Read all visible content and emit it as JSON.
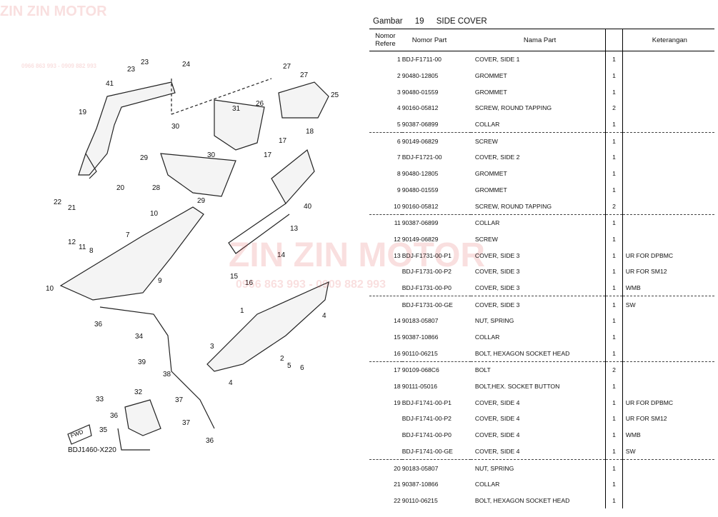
{
  "header": {
    "label": "Gambar",
    "number": "19",
    "title": "SIDE COVER"
  },
  "columns": {
    "no": "Nomor Refere",
    "part": "Nomor Part",
    "name": "Nama Part",
    "qty": "",
    "ket": "Keterangan"
  },
  "rows": [
    {
      "no": "1",
      "part": "BDJ-F1711-00",
      "name": "COVER, SIDE 1",
      "qty": "1",
      "ket": ""
    },
    {
      "no": "2",
      "part": "90480-12805",
      "name": "GROMMET",
      "qty": "1",
      "ket": ""
    },
    {
      "no": "3",
      "part": "90480-01559",
      "name": "GROMMET",
      "qty": "1",
      "ket": ""
    },
    {
      "no": "4",
      "part": "90160-05812",
      "name": "SCREW, ROUND TAPPING",
      "qty": "2",
      "ket": ""
    },
    {
      "no": "5",
      "part": "90387-06899",
      "name": "COLLAR",
      "qty": "1",
      "ket": ""
    },
    {
      "no": "6",
      "part": "90149-06829",
      "name": "SCREW",
      "qty": "1",
      "ket": ""
    },
    {
      "no": "7",
      "part": "BDJ-F1721-00",
      "name": "COVER, SIDE 2",
      "qty": "1",
      "ket": ""
    },
    {
      "no": "8",
      "part": "90480-12805",
      "name": "GROMMET",
      "qty": "1",
      "ket": ""
    },
    {
      "no": "9",
      "part": "90480-01559",
      "name": "GROMMET",
      "qty": "1",
      "ket": ""
    },
    {
      "no": "10",
      "part": "90160-05812",
      "name": "SCREW, ROUND TAPPING",
      "qty": "2",
      "ket": ""
    },
    {
      "no": "11",
      "part": "90387-06899",
      "name": "COLLAR",
      "qty": "1",
      "ket": ""
    },
    {
      "no": "12",
      "part": "90149-06829",
      "name": "SCREW",
      "qty": "1",
      "ket": ""
    },
    {
      "no": "13",
      "part": "BDJ-F1731-00-P1",
      "name": "COVER, SIDE 3",
      "qty": "1",
      "ket": "UR FOR DPBMC"
    },
    {
      "no": "",
      "part": "BDJ-F1731-00-P2",
      "name": "COVER, SIDE 3",
      "qty": "1",
      "ket": "UR FOR SM12"
    },
    {
      "no": "",
      "part": "BDJ-F1731-00-P0",
      "name": "COVER, SIDE 3",
      "qty": "1",
      "ket": "WMB"
    },
    {
      "no": "",
      "part": "BDJ-F1731-00-GE",
      "name": "COVER, SIDE 3",
      "qty": "1",
      "ket": "SW"
    },
    {
      "no": "14",
      "part": "90183-05807",
      "name": "NUT, SPRING",
      "qty": "1",
      "ket": ""
    },
    {
      "no": "15",
      "part": "90387-10866",
      "name": "COLLAR",
      "qty": "1",
      "ket": ""
    },
    {
      "no": "16",
      "part": "90110-06215",
      "name": "BOLT, HEXAGON SOCKET HEAD",
      "qty": "1",
      "ket": ""
    },
    {
      "no": "17",
      "part": "90109-068C6",
      "name": "BOLT",
      "qty": "2",
      "ket": ""
    },
    {
      "no": "18",
      "part": "90111-05016",
      "name": "BOLT,HEX. SOCKET BUTTON",
      "qty": "1",
      "ket": ""
    },
    {
      "no": "19",
      "part": "BDJ-F1741-00-P1",
      "name": "COVER, SIDE 4",
      "qty": "1",
      "ket": "UR FOR DPBMC"
    },
    {
      "no": "",
      "part": "BDJ-F1741-00-P2",
      "name": "COVER, SIDE 4",
      "qty": "1",
      "ket": "UR FOR SM12"
    },
    {
      "no": "",
      "part": "BDJ-F1741-00-P0",
      "name": "COVER, SIDE 4",
      "qty": "1",
      "ket": "WMB"
    },
    {
      "no": "",
      "part": "BDJ-F1741-00-GE",
      "name": "COVER, SIDE 4",
      "qty": "1",
      "ket": "SW"
    },
    {
      "no": "20",
      "part": "90183-05807",
      "name": "NUT, SPRING",
      "qty": "1",
      "ket": ""
    },
    {
      "no": "21",
      "part": "90387-10866",
      "name": "COLLAR",
      "qty": "1",
      "ket": ""
    },
    {
      "no": "22",
      "part": "90110-06215",
      "name": "BOLT, HEXAGON SOCKET HEAD",
      "qty": "1",
      "ket": ""
    }
  ],
  "diagram": {
    "code": "BDJ1460-X220",
    "fwd": "FWD",
    "callouts": [
      "41",
      "19",
      "23",
      "23",
      "24",
      "22",
      "21",
      "20",
      "27",
      "27",
      "26",
      "25",
      "31",
      "30",
      "30",
      "29",
      "28",
      "29",
      "18",
      "17",
      "17",
      "40",
      "13",
      "14",
      "10",
      "7",
      "12",
      "11",
      "8",
      "10",
      "9",
      "15",
      "16",
      "36",
      "34",
      "1",
      "3",
      "2",
      "5",
      "6",
      "4",
      "4",
      "39",
      "38",
      "33",
      "32",
      "37",
      "37",
      "36",
      "35",
      "36"
    ]
  },
  "watermark": {
    "brand": "ZIN ZIN MOTOR",
    "phone": "0966 863 993 - 0909 882 993",
    "color": "#dc5050"
  }
}
